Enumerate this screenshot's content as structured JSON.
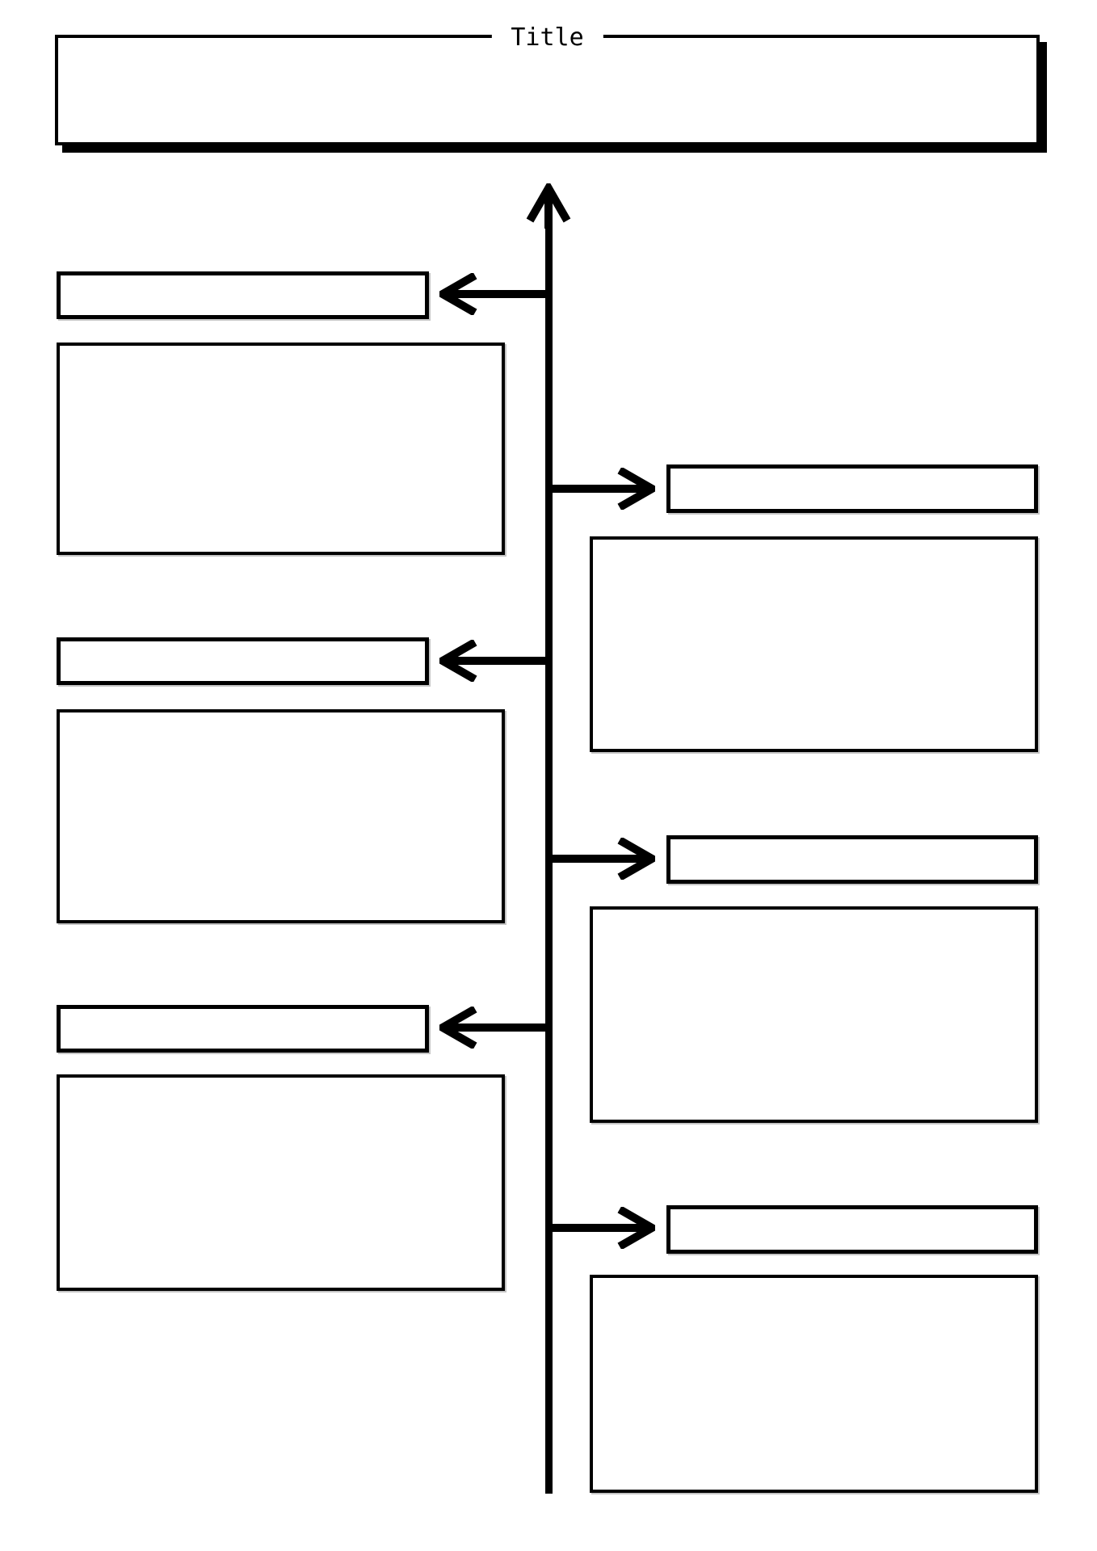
{
  "title_box": {
    "legend": "Title",
    "content": ""
  },
  "timeline": {
    "axis_icon": "up-arrow",
    "entries": [
      {
        "side": "left",
        "label": "",
        "details": ""
      },
      {
        "side": "right",
        "label": "",
        "details": ""
      },
      {
        "side": "left",
        "label": "",
        "details": ""
      },
      {
        "side": "right",
        "label": "",
        "details": ""
      },
      {
        "side": "left",
        "label": "",
        "details": ""
      },
      {
        "side": "right",
        "label": "",
        "details": ""
      }
    ]
  },
  "colors": {
    "ink": "#000000",
    "paper": "#ffffff",
    "title_shadow": "#000000",
    "box_shadow": "#c4c4c4"
  }
}
